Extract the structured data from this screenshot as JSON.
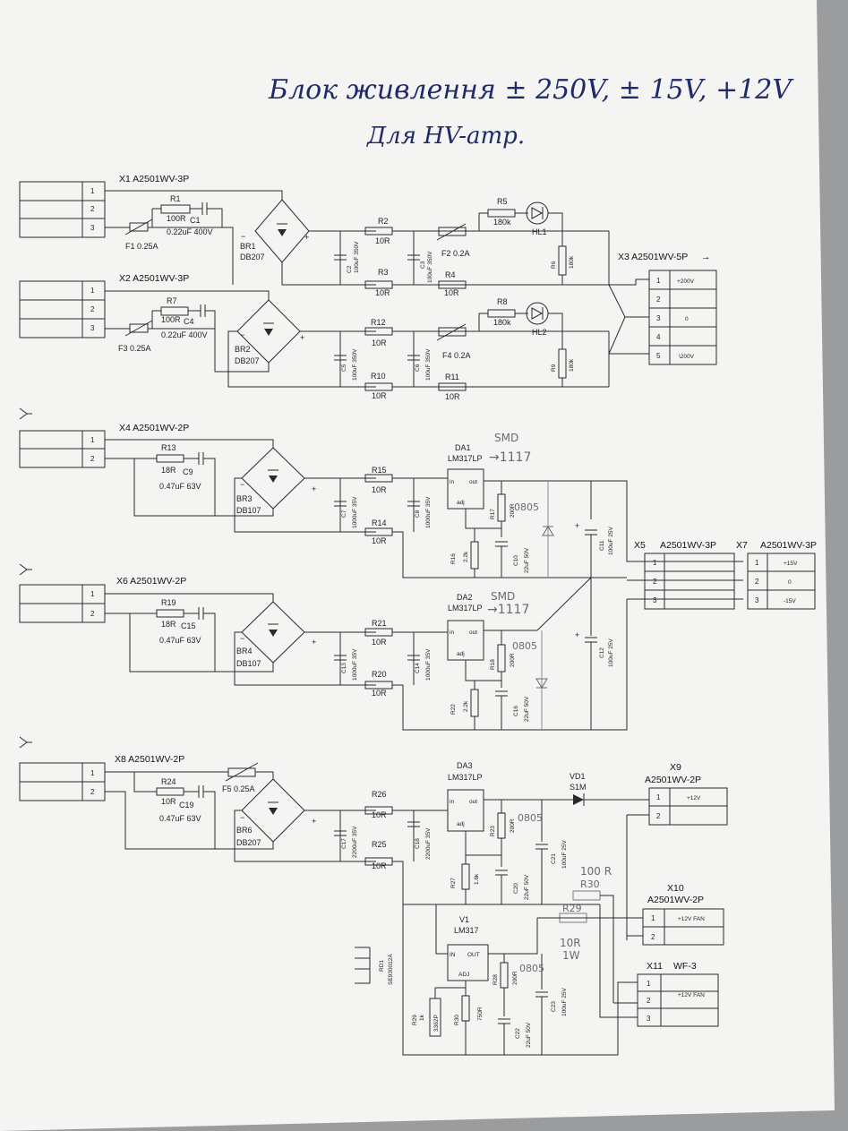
{
  "title": {
    "line1": "Блок живлення ± 250V, ± 15V, +12V",
    "line2": "Для HV-атр."
  },
  "colors": {
    "paper": "#f4f4f2",
    "ink": "#2a2a2a",
    "pen": "#1f2a6b",
    "pencil": "#6a6a72"
  },
  "connectors": {
    "X1": "X1  A2501WV-3P",
    "X2": "X2  A2501WV-3P",
    "X3": "X3  A2501WV-5P",
    "X4": "X4  A2501WV-2P",
    "X5": "X5",
    "X5_type": "A2501WV-3P",
    "X6": "X6  A2501WV-2P",
    "X7": "X7",
    "X7_type": "A2501WV-3P",
    "X8": "X8  A2501WV-2P",
    "X9": "X9",
    "X9_type": "A2501WV-2P",
    "X10": "X10",
    "X10_type": "A2501WV-2P",
    "X11": "X11",
    "X11_type": "WF-3"
  },
  "x3_pins": [
    "+200V",
    "",
    "0",
    "",
    "\\200V"
  ],
  "x7_pins": [
    "+15V",
    "0",
    "-15V"
  ],
  "x9_pins": [
    "+12V",
    ""
  ],
  "x10_pins": [
    "+12V FAN",
    ""
  ],
  "x11_pins": [
    "",
    "+12V FAN",
    ""
  ],
  "sec1": {
    "R1": "R1",
    "R1v": "100R",
    "C1": "C1",
    "C1v": "0.22uF 400V",
    "F1": "F1  0.25A",
    "BR1": "BR1",
    "BR1v": "DB207",
    "R2": "R2",
    "R2v": "10R",
    "R3": "R3",
    "R3v": "10R",
    "C2": "C2",
    "C2v": "100uF 350V",
    "C3": "C3",
    "C3v": "100uF 350V",
    "F2": "F2  0.2A",
    "R4": "R4",
    "R4v": "10R",
    "R5": "R5",
    "R5v": "180k",
    "HL1": "HL1",
    "R6": "R6",
    "R6v": "180k"
  },
  "sec2": {
    "R7": "R7",
    "R7v": "100R",
    "C4": "C4",
    "C4v": "0.22uF 400V",
    "F3": "F3  0.25A",
    "BR2": "BR2",
    "BR2v": "DB207",
    "R12": "R12",
    "R12v": "10R",
    "R10": "R10",
    "R10v": "10R",
    "C5": "C5",
    "C5v": "100uF 350V",
    "C6": "C6",
    "C6v": "100uF 350V",
    "F4": "F4  0.2A",
    "R11": "R11",
    "R11v": "10R",
    "R8": "R8",
    "R8v": "180k",
    "HL2": "HL2",
    "R9": "R9",
    "R9v": "180k"
  },
  "sec3": {
    "R13": "R13",
    "R13v": "18R",
    "C9": "C9",
    "C9v": "0.47uF 63V",
    "BR3": "BR3",
    "BR3v": "DB107",
    "R15": "R15",
    "R15v": "10R",
    "R14": "R14",
    "R14v": "10R",
    "C7": "C7",
    "C7v": "1000uF 35V",
    "C8": "C8",
    "C8v": "1000uF 35V",
    "DA1": "DA1",
    "DA1v": "LM317LP",
    "R17": "R17",
    "R17v": "200R",
    "R16": "R16",
    "R16v": "2.2k",
    "C10": "C10",
    "C10v": "22uF 50V",
    "C11": "C11",
    "C11v": "100uF 25V"
  },
  "sec4": {
    "R19": "R19",
    "R19v": "18R",
    "C15": "C15",
    "C15v": "0.47uF 63V",
    "BR4": "BR4",
    "BR4v": "DB107",
    "R21": "R21",
    "R21v": "10R",
    "R20": "R20",
    "R20v": "10R",
    "C13": "C13",
    "C13v": "1000uF 35V",
    "C14": "C14",
    "C14v": "1000uF 35V",
    "DA2": "DA2",
    "DA2v": "LM317LP",
    "R18": "R18",
    "R18v": "200R",
    "R22": "R22",
    "R22v": "2.2k",
    "C16": "C16",
    "C16v": "22uF 50V",
    "C12": "C12",
    "C12v": "100uF 25V"
  },
  "sec5": {
    "R24": "R24",
    "R24v": "10R",
    "C19": "C19",
    "C19v": "0.47uF 63V",
    "F5": "F5  0.25A",
    "BR6": "BR6",
    "BR6v": "DB207",
    "R26": "R26",
    "R26v": "10R",
    "R25": "R25",
    "R25v": "10R",
    "C17": "C17",
    "C17v": "2200uF 35V",
    "C18": "C18",
    "C18v": "2200uF 35V",
    "DA3": "DA3",
    "DA3v": "LM317LP",
    "R23": "R23",
    "R23v": "200R",
    "R27": "R27",
    "R27v": "1.6k",
    "C20": "C20",
    "C20v": "22uF 50V",
    "C21": "C21",
    "C21v": "100uF 25V",
    "VD1": "VD1",
    "VD1v": "S1M",
    "V1": "V1",
    "V1v": "LM317",
    "R28": "R28",
    "R28v": "200R",
    "R30": "R30",
    "R30v": "750R",
    "R29": "R29",
    "R29v": "1k",
    "R29pot": "3362P",
    "C22": "C22",
    "C22v": "22uF 50V",
    "C23": "C23",
    "C23v": "100uF 25V",
    "RD1": "RD1",
    "RD1v": "SE930012A"
  },
  "reg_pins": {
    "in": "in",
    "out": "out",
    "adj": "adj",
    "IN": "IN",
    "OUT": "OUT",
    "ADJ": "ADJ"
  },
  "pin_numbers": [
    "1",
    "2",
    "3",
    "4",
    "5"
  ],
  "polarity": {
    "plus": "+",
    "minus": "−"
  },
  "pencil": {
    "smd1": "SMD",
    "smd1b": "→1117",
    "smd2": "SMD",
    "smd2b": "→1117",
    "size0805": "0805",
    "r30note": "100 R",
    "r30name": "R30",
    "r29name": "R29",
    "r29note": "10R",
    "r29note2": "1W"
  }
}
